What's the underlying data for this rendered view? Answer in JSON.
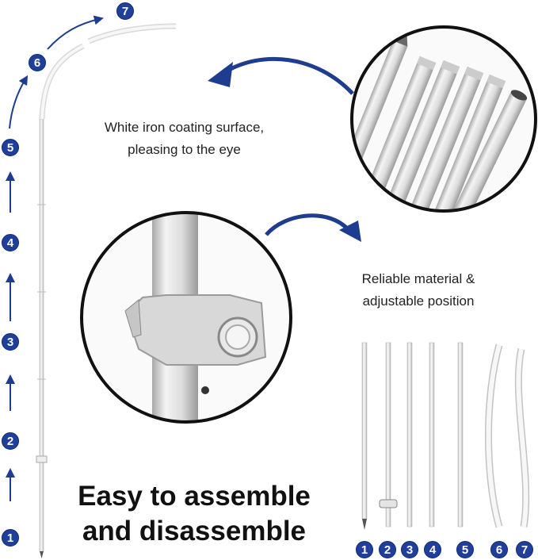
{
  "captions": {
    "coating_line1": "White iron coating surface,",
    "coating_line2": "pleasing to the eye",
    "material_line1": "Reliable material &",
    "material_line2": "adjustable position"
  },
  "headline": {
    "line1": "Easy to assemble",
    "line2": "and disassemble"
  },
  "assembly_steps": [
    "1",
    "2",
    "3",
    "4",
    "5",
    "6",
    "7"
  ],
  "parts": [
    "1",
    "2",
    "3",
    "4",
    "5",
    "6",
    "7"
  ],
  "colors": {
    "badge_blue": "#1f3f9a",
    "arrow_blue": "#1e3d8f",
    "pole_white": "#f2f2f2",
    "pole_shade": "#c9c9c9"
  }
}
